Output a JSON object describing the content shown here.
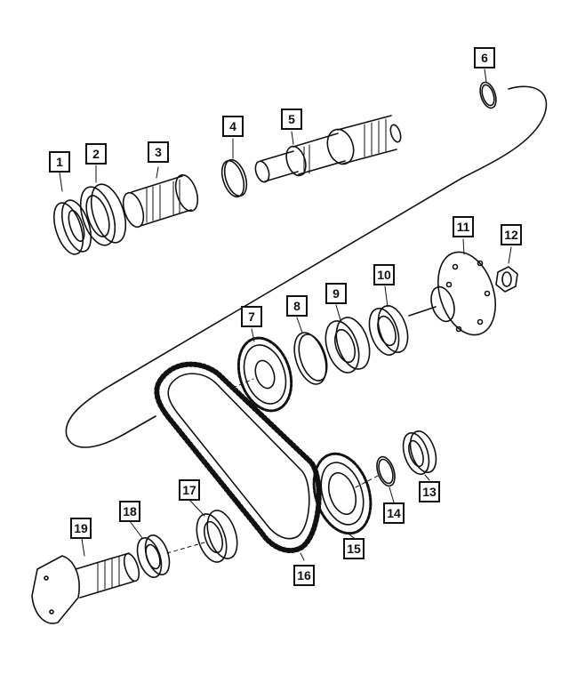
{
  "diagram": {
    "callouts": [
      {
        "id": "1",
        "label": "1",
        "part": "seal"
      },
      {
        "id": "2",
        "label": "2",
        "part": "bearing-race"
      },
      {
        "id": "3",
        "label": "3",
        "part": "splined-hub"
      },
      {
        "id": "4",
        "label": "4",
        "part": "thrust-washer"
      },
      {
        "id": "5",
        "label": "5",
        "part": "mainshaft"
      },
      {
        "id": "6",
        "label": "6",
        "part": "snap-ring"
      },
      {
        "id": "7",
        "label": "7",
        "part": "drive-sprocket"
      },
      {
        "id": "8",
        "label": "8",
        "part": "retaining-ring"
      },
      {
        "id": "9",
        "label": "9",
        "part": "ball-bearing"
      },
      {
        "id": "10",
        "label": "10",
        "part": "bearing"
      },
      {
        "id": "11",
        "label": "11",
        "part": "companion-flange"
      },
      {
        "id": "12",
        "label": "12",
        "part": "nut"
      },
      {
        "id": "13",
        "label": "13",
        "part": "bearing"
      },
      {
        "id": "14",
        "label": "14",
        "part": "snap-ring"
      },
      {
        "id": "15",
        "label": "15",
        "part": "driven-sprocket"
      },
      {
        "id": "16",
        "label": "16",
        "part": "drive-chain"
      },
      {
        "id": "17",
        "label": "17",
        "part": "bearing"
      },
      {
        "id": "18",
        "label": "18",
        "part": "seal"
      },
      {
        "id": "19",
        "label": "19",
        "part": "output-shaft"
      }
    ]
  }
}
